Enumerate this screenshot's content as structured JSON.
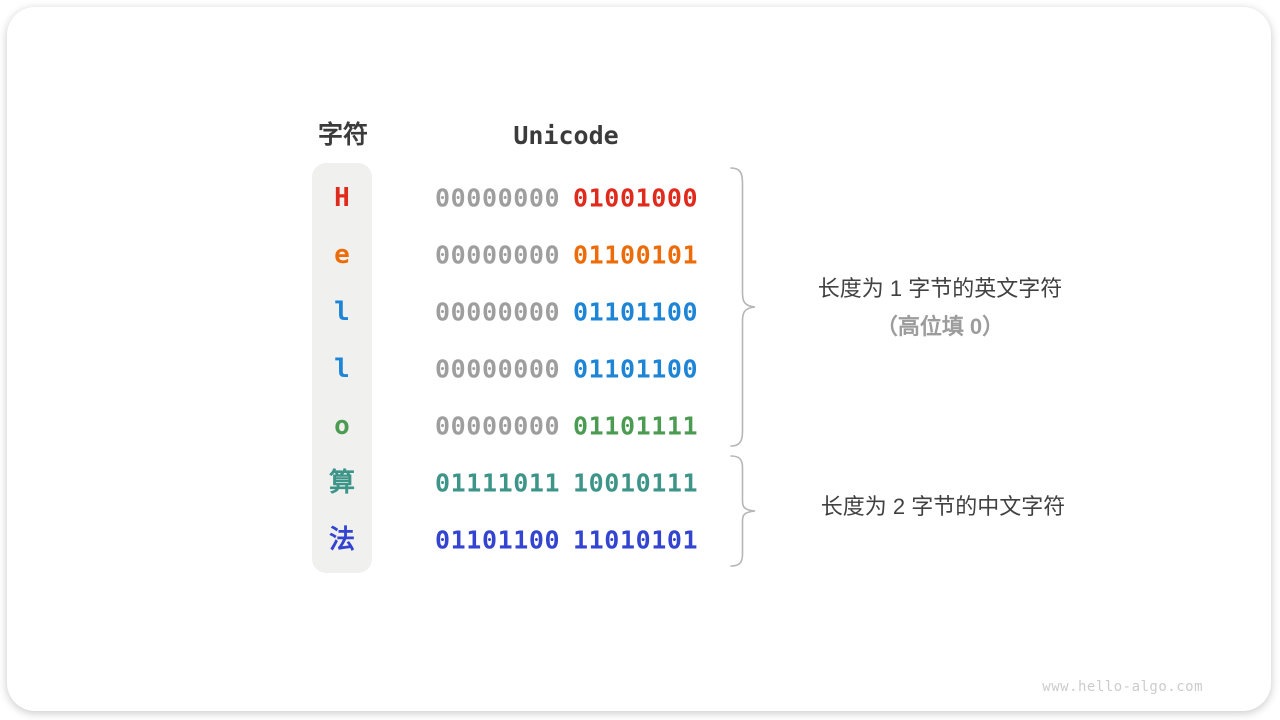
{
  "diagram": {
    "title_note": "Unicode encoding of characters",
    "header": {
      "char_col": "字符",
      "unicode_col": "Unicode"
    },
    "colors": {
      "red": "#e02a1c",
      "orange": "#ec6c0a",
      "blue": "#1e85d6",
      "green": "#4c9b52",
      "teal": "#3d9488",
      "royal_blue": "#3244d0",
      "gray_byte": "#9e9e9e",
      "column_bg": "#f0f0ef",
      "brace": "#b6b6b6"
    },
    "rows": [
      {
        "char": "H",
        "char_color": "#e02a1c",
        "byte1": "00000000",
        "byte1_color": "#9e9e9e",
        "byte2": "01001000",
        "byte2_color": "#e02a1c"
      },
      {
        "char": "e",
        "char_color": "#ec6c0a",
        "byte1": "00000000",
        "byte1_color": "#9e9e9e",
        "byte2": "01100101",
        "byte2_color": "#ec6c0a"
      },
      {
        "char": "l",
        "char_color": "#1e85d6",
        "byte1": "00000000",
        "byte1_color": "#9e9e9e",
        "byte2": "01101100",
        "byte2_color": "#1e85d6"
      },
      {
        "char": "l",
        "char_color": "#1e85d6",
        "byte1": "00000000",
        "byte1_color": "#9e9e9e",
        "byte2": "01101100",
        "byte2_color": "#1e85d6"
      },
      {
        "char": "o",
        "char_color": "#4c9b52",
        "byte1": "00000000",
        "byte1_color": "#9e9e9e",
        "byte2": "01101111",
        "byte2_color": "#4c9b52"
      },
      {
        "char": "算",
        "char_color": "#3d9488",
        "byte1": "01111011",
        "byte1_color": "#3d9488",
        "byte2": "10010111",
        "byte2_color": "#3d9488"
      },
      {
        "char": "法",
        "char_color": "#3244d0",
        "byte1": "01101100",
        "byte1_color": "#3244d0",
        "byte2": "11010101",
        "byte2_color": "#3244d0"
      }
    ],
    "annotations": {
      "group1_line1": "长度为 1 字节的英文字符",
      "group1_line2": "（高位填 0）",
      "group2_line1": "长度为 2 字节的中文字符"
    },
    "watermark": "www.hello-algo.com"
  }
}
